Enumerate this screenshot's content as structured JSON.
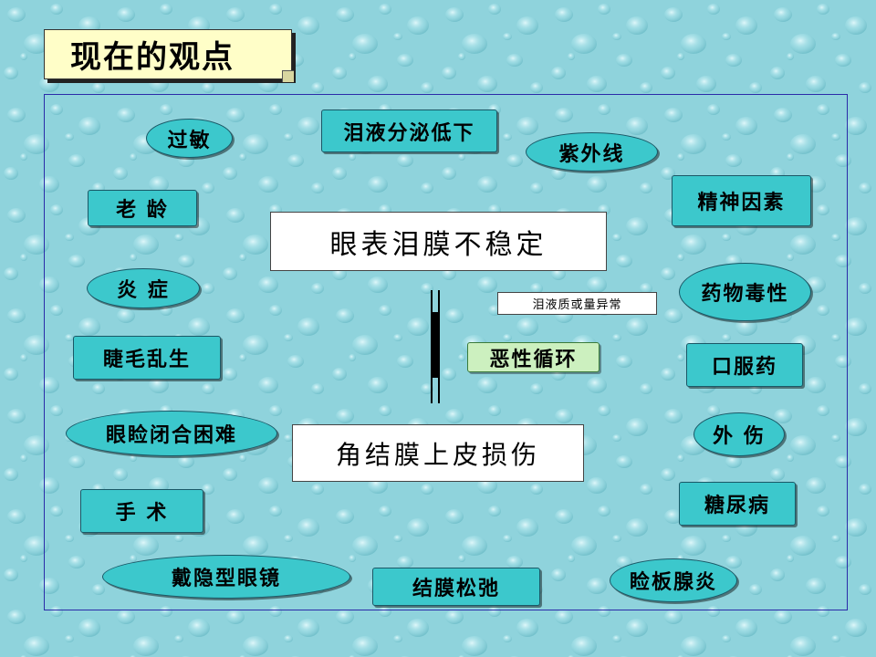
{
  "slide_title": "现在的观点",
  "center": {
    "top": "眼表泪膜不稳定",
    "bottom": "角结膜上皮损伤",
    "note": "泪液质或量异常",
    "cycle": "恶性循环"
  },
  "left_factors": [
    "过敏",
    "老 龄",
    "炎 症",
    "睫毛乱生",
    "眼睑闭合困难",
    "手 术",
    "戴隐型眼镜"
  ],
  "top_factors": [
    "泪液分泌低下",
    "紫外线"
  ],
  "bottom_factors": [
    "结膜松弛"
  ],
  "right_factors": [
    "精神因素",
    "药物毒性",
    "口服药",
    "外 伤",
    "糖尿病",
    "睑板腺炎"
  ]
}
